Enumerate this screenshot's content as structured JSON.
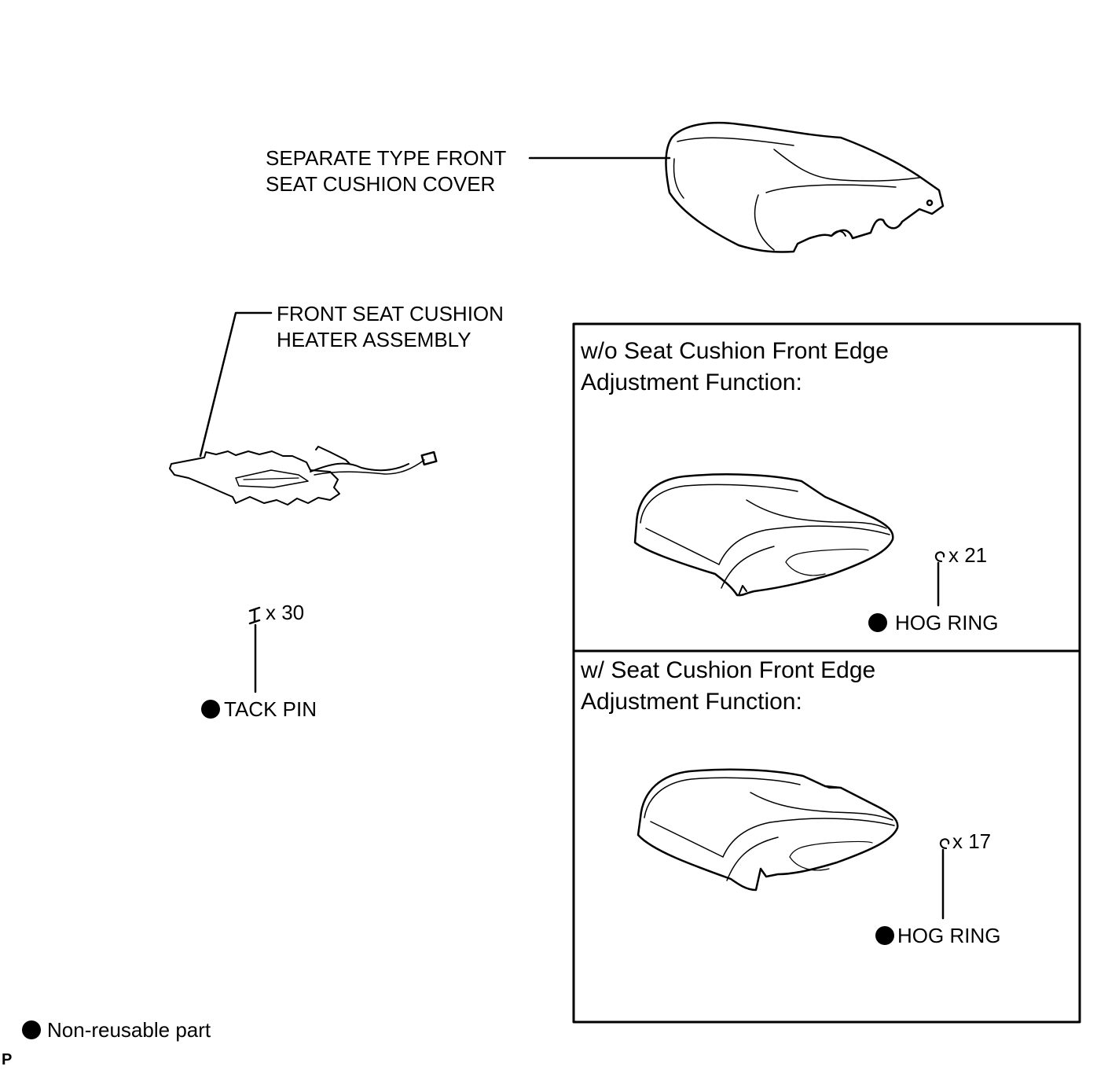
{
  "parts": {
    "cushion_cover": {
      "line1": "SEPARATE TYPE FRONT",
      "line2": "SEAT CUSHION COVER"
    },
    "heater_assembly": {
      "line1": "FRONT SEAT CUSHION",
      "line2": "HEATER ASSEMBLY"
    },
    "tack_pin": {
      "label": "TACK PIN",
      "qty": "x 30",
      "non_reusable": true
    }
  },
  "variants": [
    {
      "title_line1": "w/o Seat Cushion Front Edge",
      "title_line2": "Adjustment Function:",
      "hog_ring_label": "HOG RING",
      "hog_ring_qty": "x 21"
    },
    {
      "title_line1": "w/ Seat Cushion Front Edge",
      "title_line2": "Adjustment Function:",
      "hog_ring_label": "HOG RING",
      "hog_ring_qty": "x 17"
    }
  ],
  "legend": {
    "label": "Non-reusable part",
    "icon": "filled-circle"
  },
  "corner_mark": "P"
}
